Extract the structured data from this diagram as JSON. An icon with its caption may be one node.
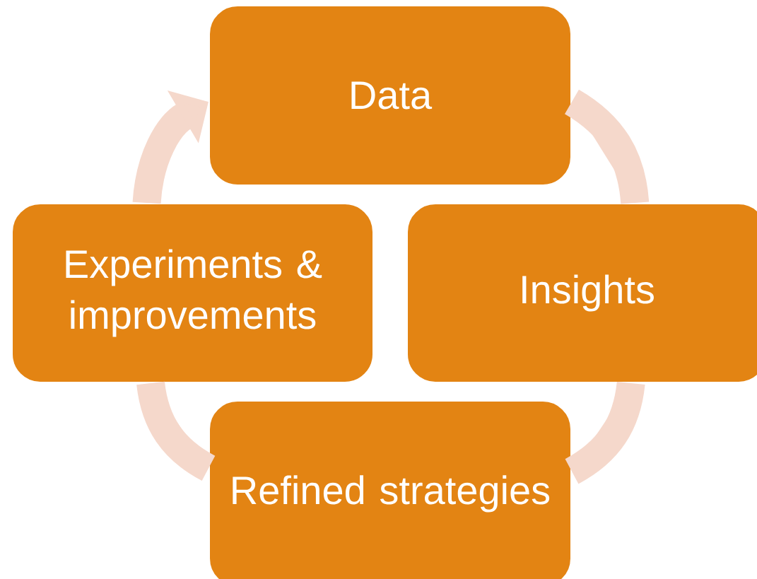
{
  "diagram": {
    "nodes": [
      {
        "text": [
          "Data"
        ]
      },
      {
        "text": [
          "Insights"
        ]
      },
      {
        "text": [
          "Refined strategies"
        ]
      },
      {
        "text": [
          "Experiments & improvements"
        ]
      }
    ],
    "edges": [
      {
        "from": 0,
        "to": 1,
        "arrow": "none"
      },
      {
        "from": 1,
        "to": 2,
        "arrow": "none"
      },
      {
        "from": 2,
        "to": 3,
        "arrow": "none"
      },
      {
        "from": 3,
        "to": 0,
        "arrow": "to"
      }
    ]
  }
}
